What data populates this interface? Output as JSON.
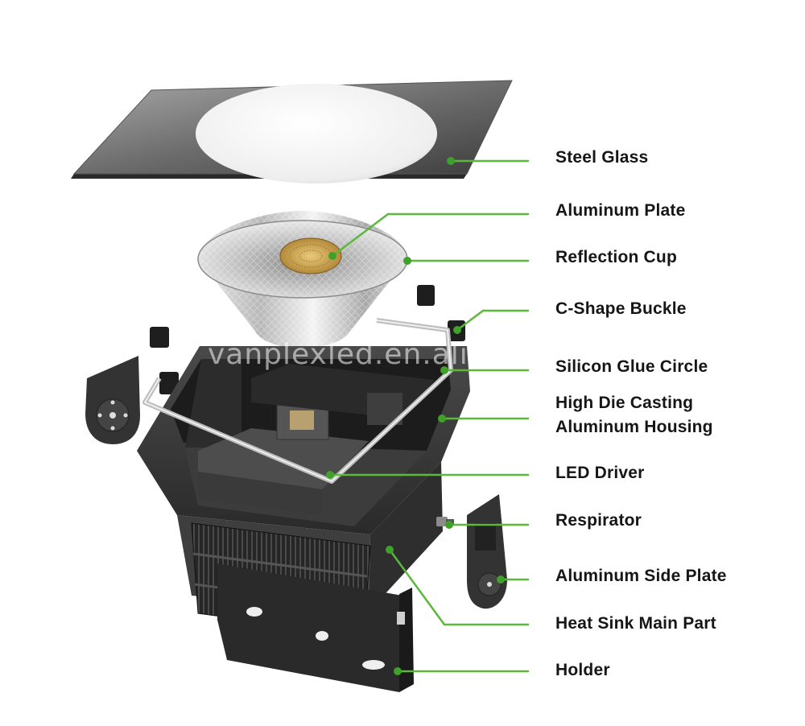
{
  "diagram": {
    "labels": [
      {
        "id": "steel-glass",
        "text": "Steel Glass"
      },
      {
        "id": "aluminum-plate",
        "text": "Aluminum Plate"
      },
      {
        "id": "reflection-cup",
        "text": "Reflection Cup"
      },
      {
        "id": "c-shape-buckle",
        "text": "C-Shape Buckle"
      },
      {
        "id": "silicon-glue-circle",
        "text": "Silicon Glue Circle"
      },
      {
        "id": "housing-line-1",
        "text": "High Die Casting"
      },
      {
        "id": "housing-line-2",
        "text": "Aluminum Housing"
      },
      {
        "id": "led-driver",
        "text": "LED Driver"
      },
      {
        "id": "respirator",
        "text": "Respirator"
      },
      {
        "id": "aluminum-side-plate",
        "text": "Aluminum Side Plate"
      },
      {
        "id": "heat-sink",
        "text": "Heat Sink Main Part"
      },
      {
        "id": "holder",
        "text": "Holder"
      }
    ],
    "watermark": "vanplexled.en.alibaba.com",
    "colors": {
      "leader": "#5cb83c",
      "dot": "#3fa02a",
      "text": "#161616"
    }
  }
}
